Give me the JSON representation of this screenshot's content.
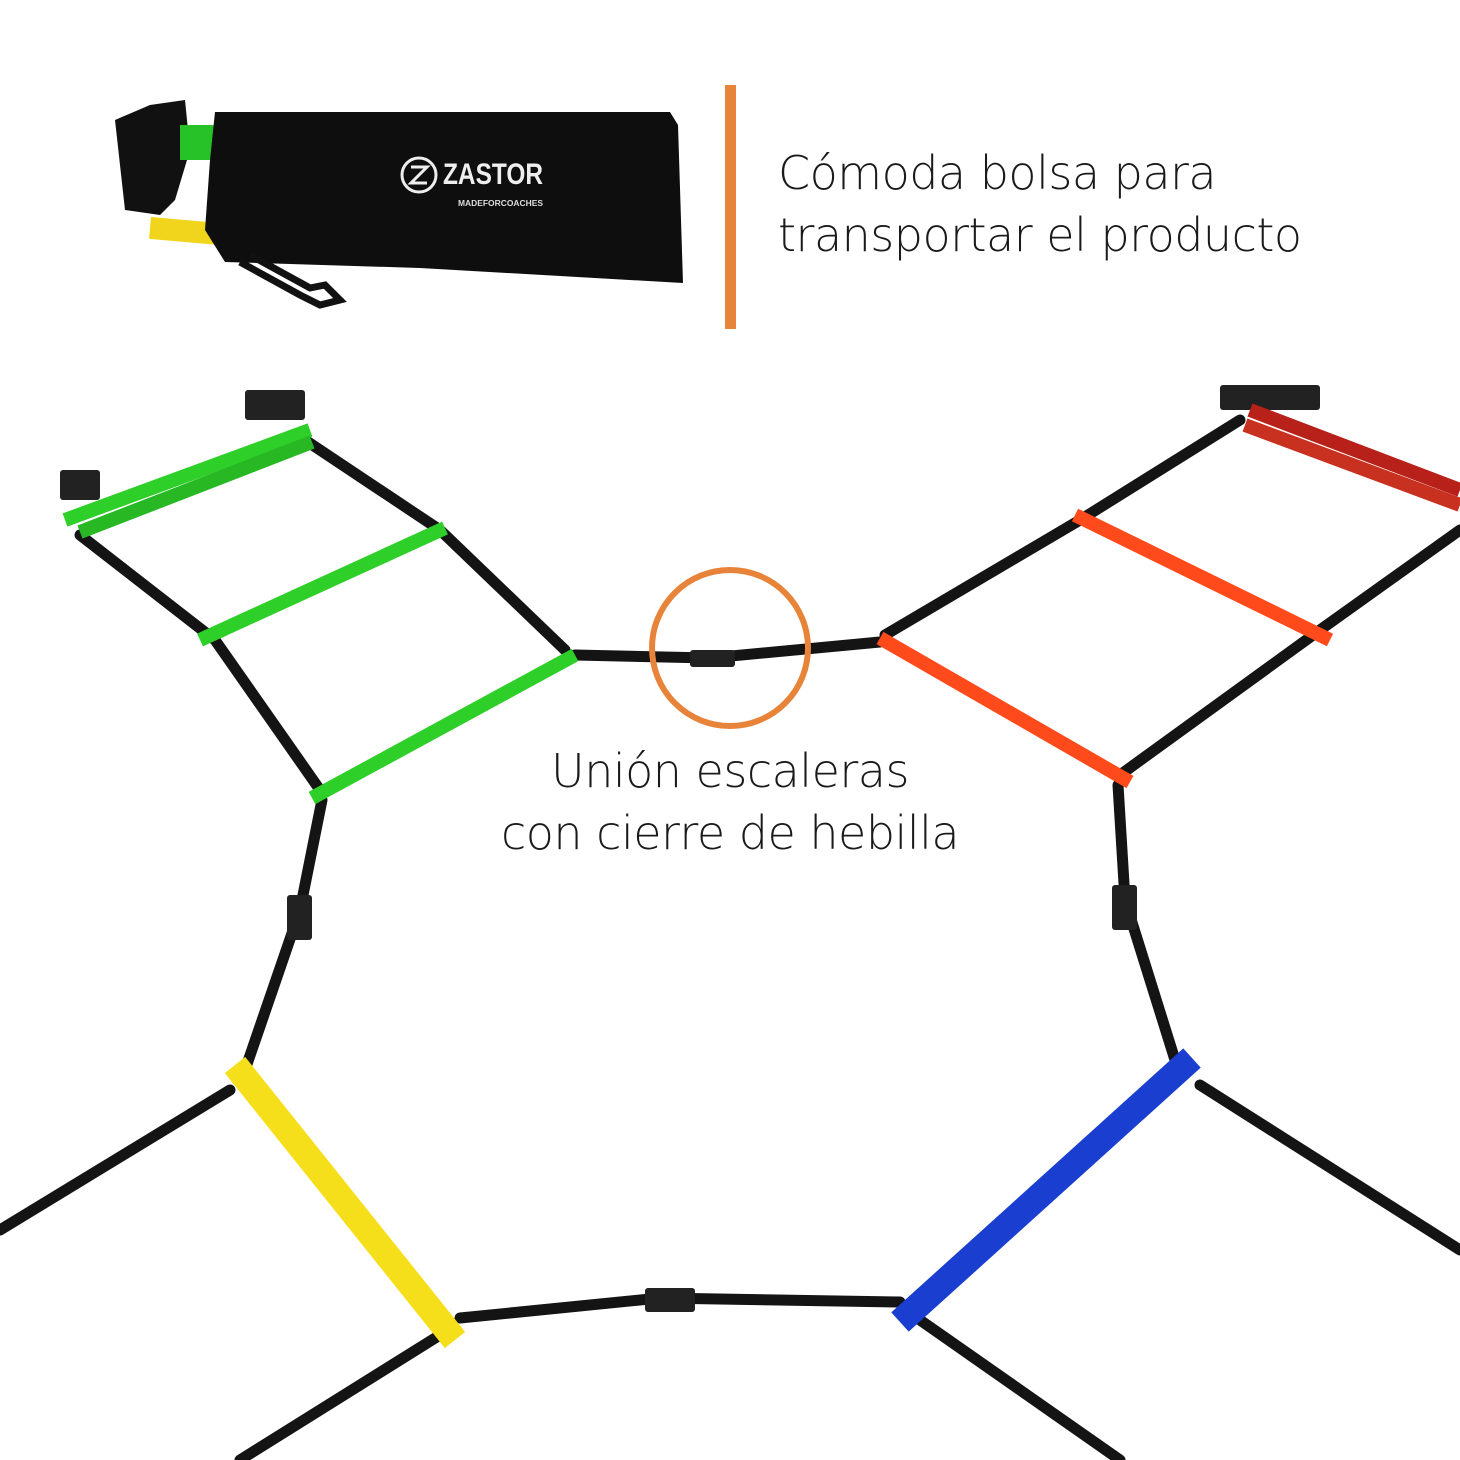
{
  "bag": {
    "brand_logo": "ZASTOR",
    "brand_tagline": "MADEFORCOACHES",
    "caption_line1": "Cómoda bolsa para",
    "caption_line2": "transportar el producto"
  },
  "union": {
    "caption_line1": "Unión escaleras",
    "caption_line2": "con cierre de hebilla"
  },
  "colors": {
    "accent": "#e8843a",
    "green": "#2fcf2a",
    "red": "#c0201a",
    "orange": "#ff4a1c",
    "yellow": "#f5de1a",
    "blue": "#1a3fd0",
    "strap": "#141414"
  }
}
